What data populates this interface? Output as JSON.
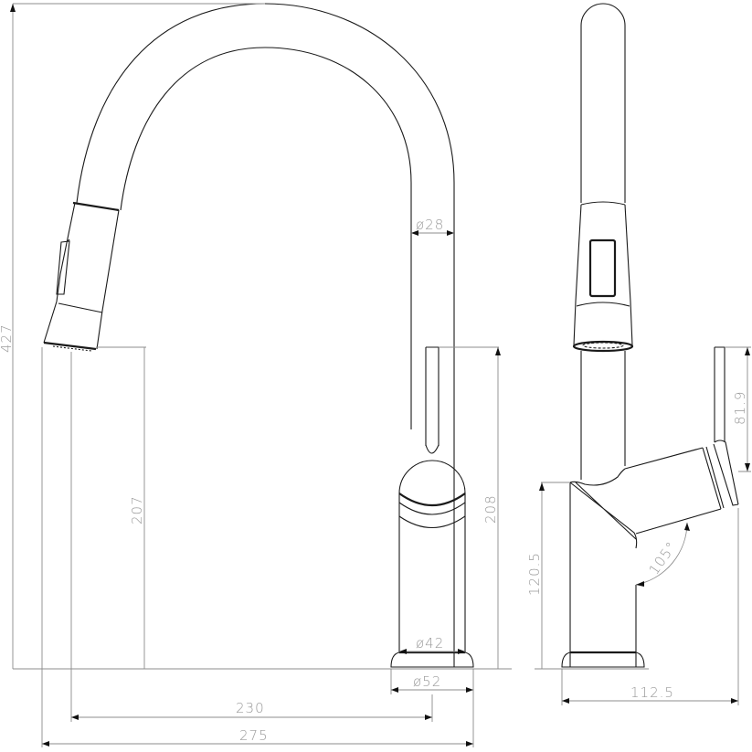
{
  "drawing": {
    "title": "Pull-down kitchen faucet dimensional drawing",
    "views": [
      "front-view",
      "side-view"
    ],
    "units": "mm"
  },
  "dimensions": {
    "overall_height": "427",
    "spout_diameter": "ø28",
    "body_diameter": "ø42",
    "base_diameter": "ø52",
    "spout_outlet_height": "207",
    "handle_top_height": "208",
    "spout_reach": "230",
    "overall_depth": "275",
    "handle_length": "81.9",
    "body_height_side": "120.5",
    "side_depth": "112.5",
    "handle_angle": "105°"
  },
  "colors": {
    "object_line": "#1a1a1a",
    "dimension_line": "#8c8c8c",
    "dimension_text": "#9a9a9a",
    "background": "#ffffff"
  }
}
